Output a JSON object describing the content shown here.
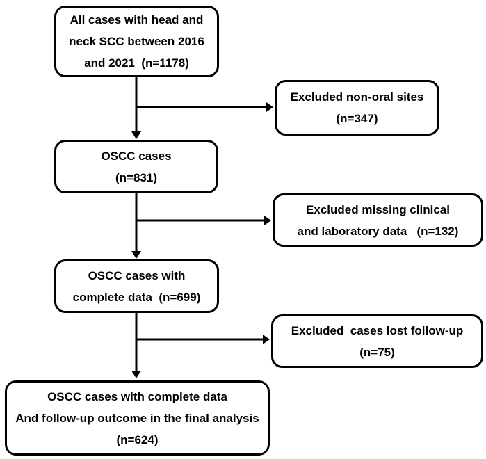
{
  "colors": {
    "stroke": "#000000",
    "box_background": "#ffffff",
    "text": "#000000"
  },
  "flow": {
    "step1": {
      "lines": [
        "All cases with head and",
        "neck SCC between 2016",
        "and 2021  (n=1178)"
      ]
    },
    "excluded1": {
      "lines": [
        "Excluded non-oral sites",
        "(n=347)"
      ]
    },
    "step2": {
      "lines": [
        "OSCC cases",
        "(n=831)"
      ]
    },
    "excluded2": {
      "lines": [
        "Excluded missing clinical",
        "and laboratory data   (n=132)"
      ]
    },
    "step3": {
      "lines": [
        "OSCC cases with",
        "complete data  (n=699)"
      ]
    },
    "excluded3": {
      "lines": [
        "Excluded  cases lost follow-up",
        "(n=75)"
      ]
    },
    "step4": {
      "lines": [
        "OSCC cases with complete data",
        "And follow-up outcome in the final analysis",
        "(n=624)"
      ]
    }
  }
}
